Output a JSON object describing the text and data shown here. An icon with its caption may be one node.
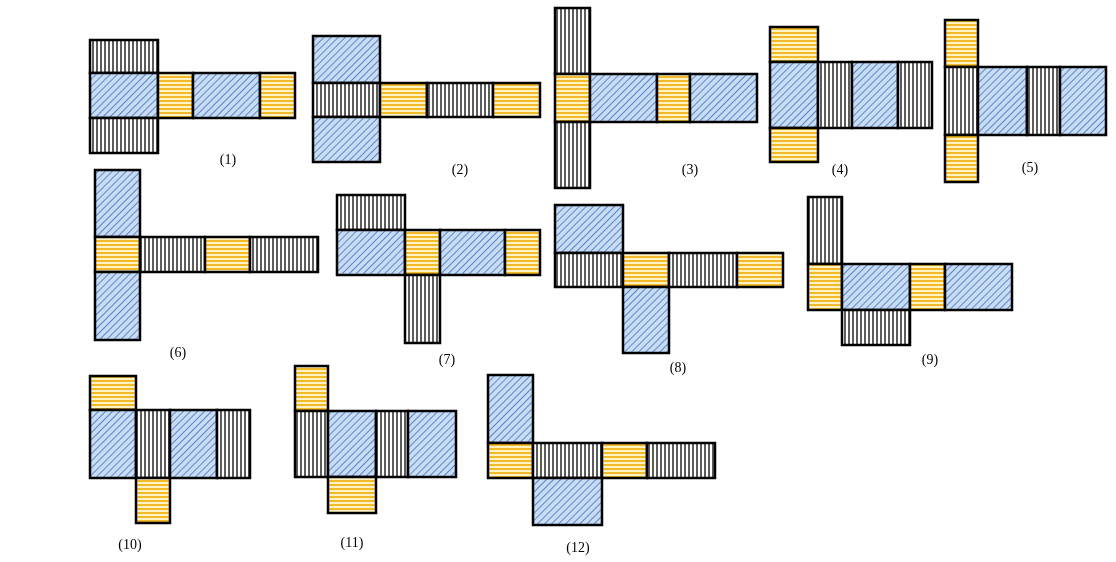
{
  "diagram": {
    "labels": [
      "(1)",
      "(2)",
      "(3)",
      "(4)",
      "(5)",
      "(6)",
      "(7)",
      "(8)",
      "(9)",
      "(10)",
      "(11)",
      "(12)"
    ]
  }
}
